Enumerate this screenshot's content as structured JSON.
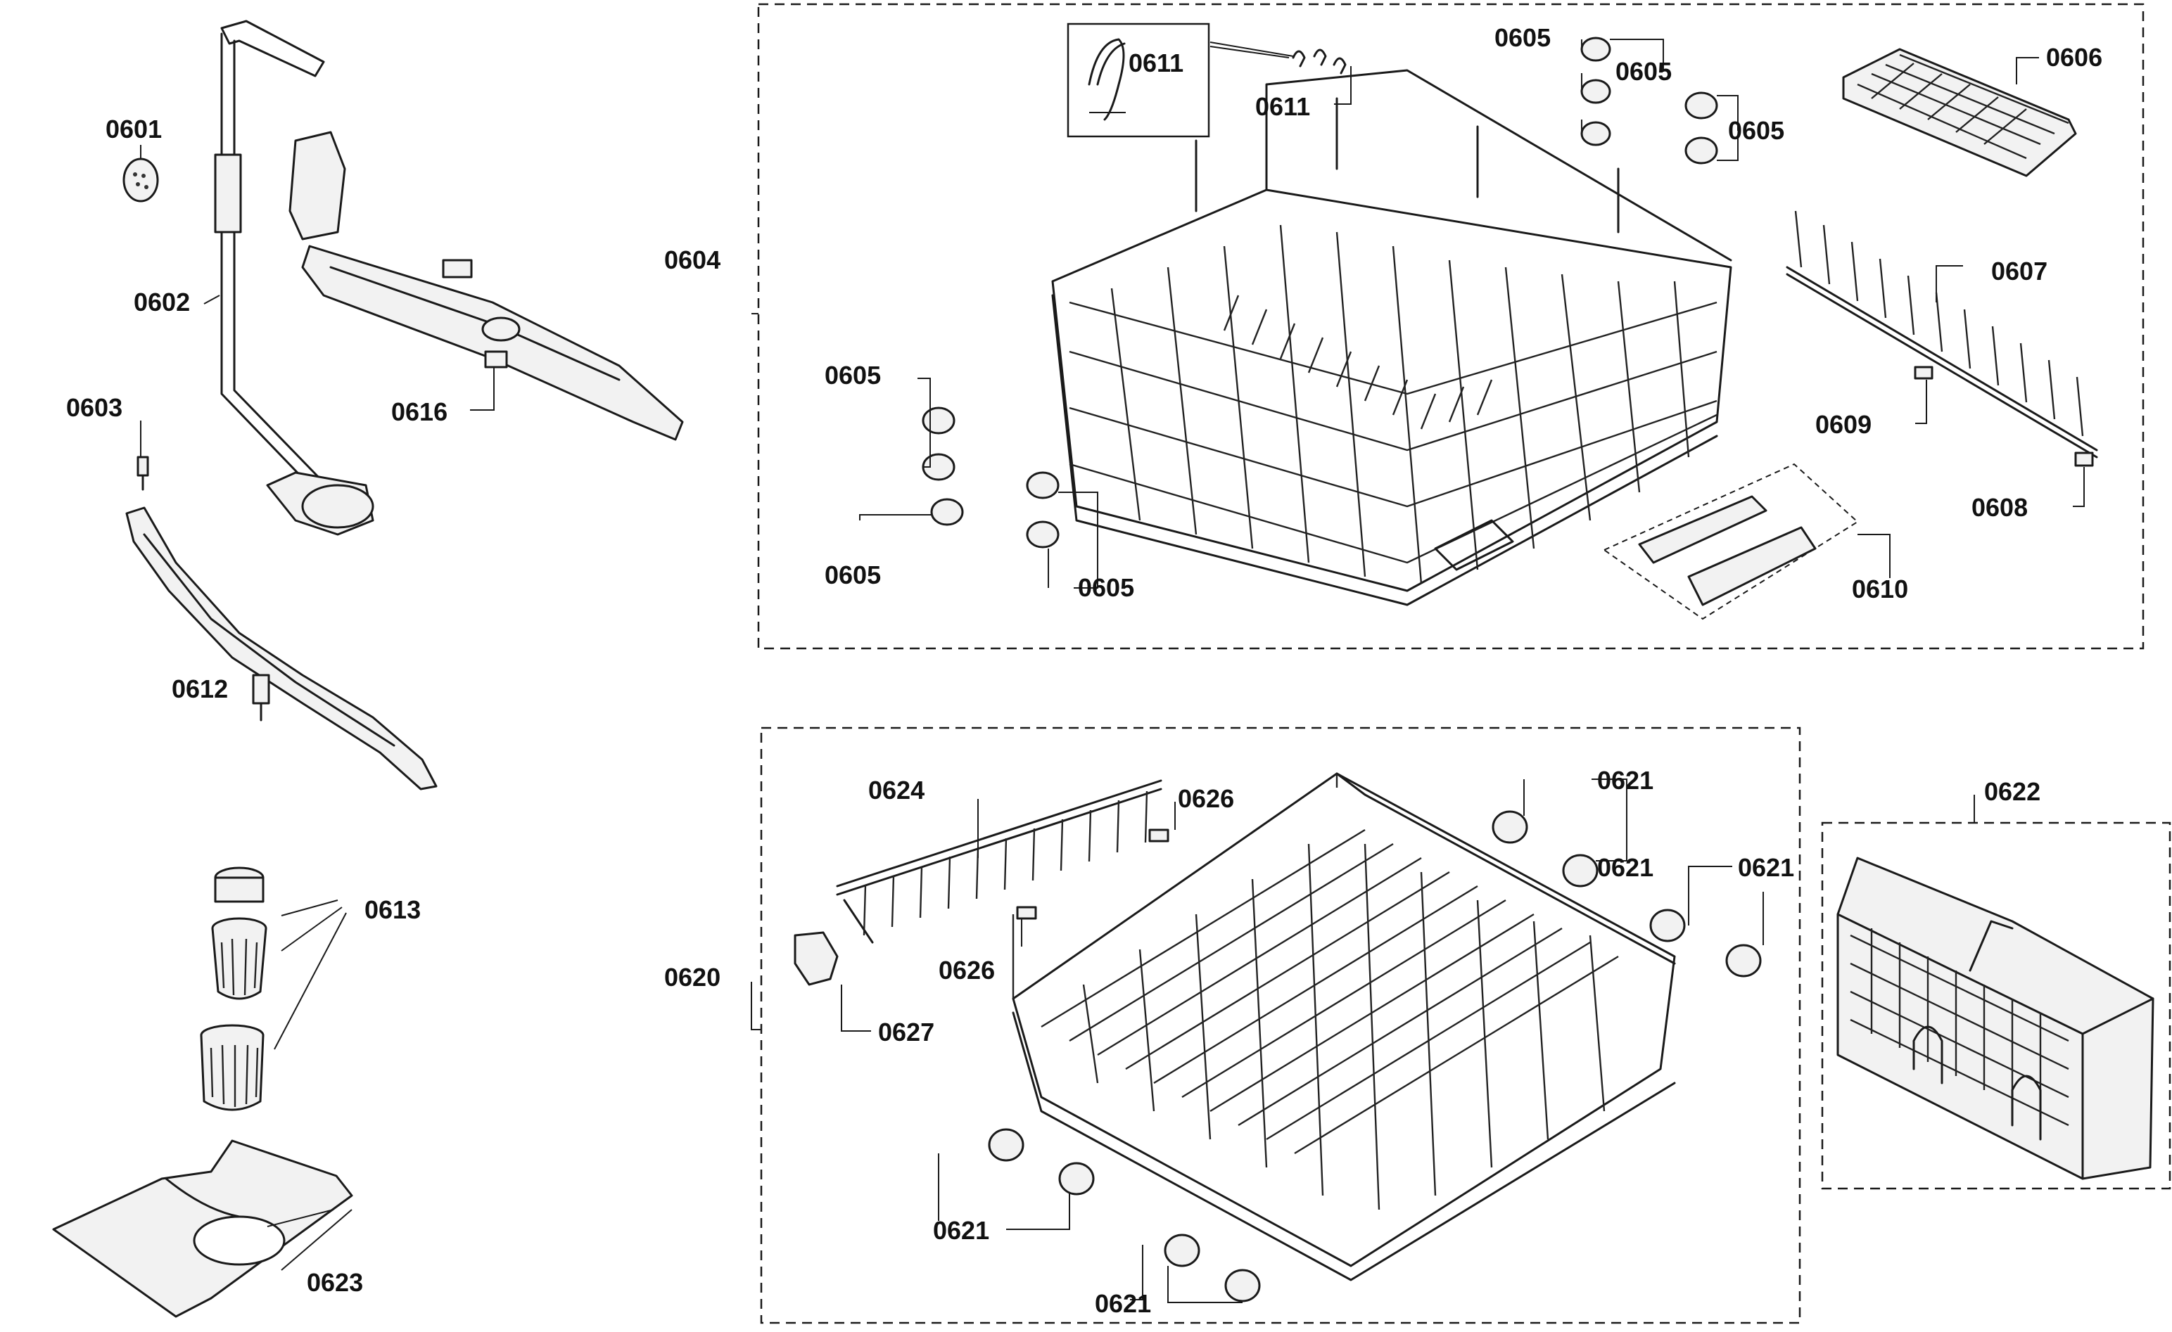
{
  "callouts": {
    "c0601": "0601",
    "c0602": "0602",
    "c0603": "0603",
    "c0604": "0604",
    "c0605a": "0605",
    "c0605b": "0605",
    "c0605c": "0605",
    "c0605d": "0605",
    "c0605e": "0605",
    "c0605f": "0605",
    "c0606": "0606",
    "c0607": "0607",
    "c0608": "0608",
    "c0609": "0609",
    "c0610": "0610",
    "c0611a": "0611",
    "c0611b": "0611",
    "c0612": "0612",
    "c0613": "0613",
    "c0616": "0616",
    "c0620": "0620",
    "c0621a": "0621",
    "c0621b": "0621",
    "c0621c": "0621",
    "c0621d": "0621",
    "c0621e": "0621",
    "c0622": "0622",
    "c0623": "0623",
    "c0624": "0624",
    "c0626a": "0626",
    "c0626b": "0626",
    "c0627": "0627"
  }
}
